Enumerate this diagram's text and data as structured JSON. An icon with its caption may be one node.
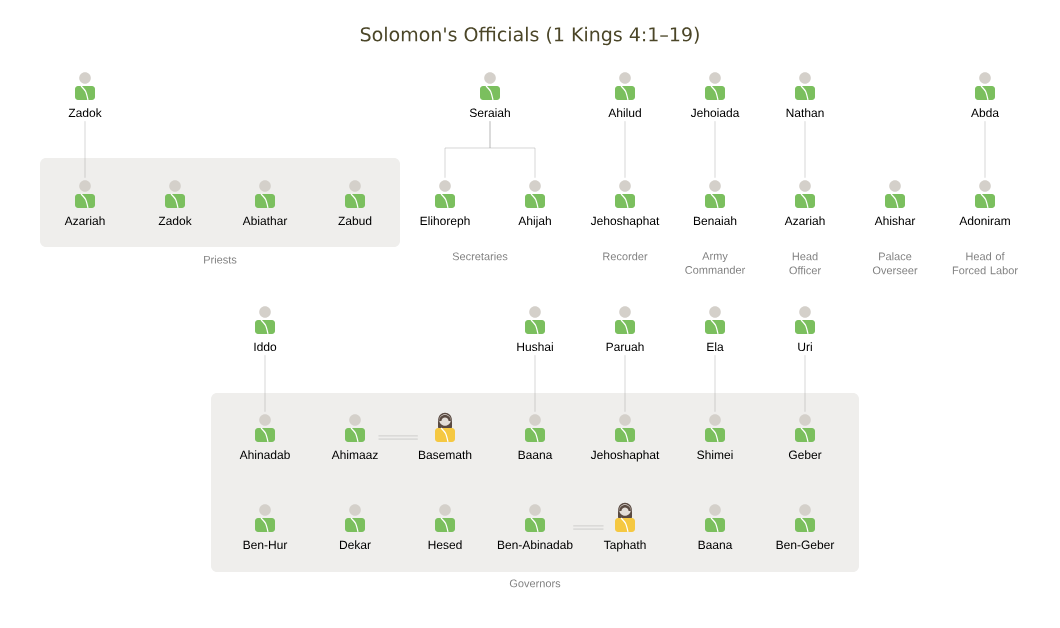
{
  "diagram": {
    "title": "Solomon's Officials (1 Kings 4:1–19)",
    "nodes": [
      {
        "text": [
          "Zadok"
        ]
      },
      {
        "text": [
          "Seraiah"
        ]
      },
      {
        "text": [
          "Ahilud"
        ]
      },
      {
        "text": [
          "Jehoiada"
        ]
      },
      {
        "text": [
          "Nathan"
        ]
      },
      {
        "text": [
          "Abda"
        ]
      },
      {
        "text": [
          "Priests"
        ]
      },
      {
        "text": [
          "Azariah"
        ],
        "in": 6
      },
      {
        "text": [
          "Zadok"
        ],
        "in": 6
      },
      {
        "text": [
          "Abiathar"
        ],
        "in": 6
      },
      {
        "text": [
          "Zabud"
        ],
        "in": 6
      },
      {
        "text": [
          "Elihoreph"
        ]
      },
      {
        "text": [
          "Ahijah"
        ]
      },
      {
        "text": [
          "Jehoshaphat"
        ],
        "beside": [
          "Recorder"
        ]
      },
      {
        "text": [
          "Benaiah"
        ],
        "beside": [
          "Army Commander"
        ]
      },
      {
        "text": [
          "Azariah"
        ],
        "beside": [
          "Head Officer"
        ]
      },
      {
        "text": [
          "Ahishar"
        ],
        "beside": [
          "Palace Overseer"
        ]
      },
      {
        "text": [
          "Adoniram"
        ],
        "beside": [
          "Head of Forced Labor"
        ]
      },
      {
        "text": [
          "Iddo"
        ]
      },
      {
        "text": [
          "Hushai"
        ]
      },
      {
        "text": [
          "Paruah"
        ]
      },
      {
        "text": [
          "Ela"
        ]
      },
      {
        "text": [
          "Uri"
        ]
      },
      {
        "text": [
          "Governors"
        ]
      },
      {
        "text": [
          "Ahinadab"
        ],
        "in": 23
      },
      {
        "text": [
          "Ahimaaz"
        ],
        "in": 23
      },
      {
        "text": [
          "Basemath"
        ],
        "in": 23
      },
      {
        "text": [
          "Baana"
        ],
        "in": 23
      },
      {
        "text": [
          "Jehoshaphat"
        ],
        "in": 23
      },
      {
        "text": [
          "Shimei"
        ],
        "in": 23
      },
      {
        "text": [
          "Geber"
        ],
        "in": 23
      },
      {
        "text": [
          "Ben-Hur"
        ],
        "in": 23
      },
      {
        "text": [
          "Dekar"
        ],
        "in": 23
      },
      {
        "text": [
          "Hesed"
        ],
        "in": 23
      },
      {
        "text": [
          "Ben-Abinadab"
        ],
        "in": 23
      },
      {
        "text": [
          "Taphath"
        ],
        "in": 23
      },
      {
        "text": [
          "Baana"
        ],
        "in": 23
      },
      {
        "text": [
          "Ben-Geber"
        ],
        "in": 23
      }
    ],
    "edges": [
      {
        "from": 0,
        "to": 7,
        "arrow": "none"
      },
      {
        "from": 1,
        "to": 11,
        "arrow": "none"
      },
      {
        "from": 1,
        "to": 12,
        "arrow": "none"
      },
      {
        "from": 2,
        "to": 13,
        "arrow": "none"
      },
      {
        "from": 3,
        "to": 14,
        "arrow": "none"
      },
      {
        "from": 4,
        "to": 15,
        "arrow": "none"
      },
      {
        "from": 5,
        "to": 17,
        "arrow": "none"
      },
      {
        "from": 18,
        "to": 24,
        "arrow": "none"
      },
      {
        "from": 19,
        "to": 27,
        "arrow": "none"
      },
      {
        "from": 20,
        "to": 28,
        "arrow": "none"
      },
      {
        "from": 21,
        "to": 29,
        "arrow": "none"
      },
      {
        "from": 22,
        "to": 30,
        "arrow": "none"
      },
      {
        "from": 25,
        "to": 26,
        "arrow": "none"
      },
      {
        "from": 34,
        "to": 35,
        "arrow": "none"
      }
    ],
    "labels": [
      "Secretaries"
    ]
  }
}
